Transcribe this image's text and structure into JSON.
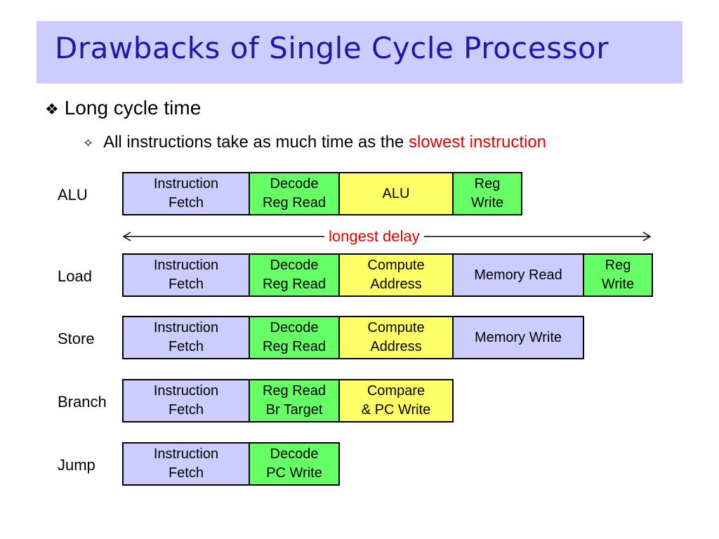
{
  "title": "Drawbacks of Single Cycle Processor",
  "bullet1": "Long cycle time",
  "bullet2": {
    "prefix": "All instructions take as much time as the",
    "highlight": "slowest instruction"
  },
  "delay_label": "longest delay",
  "colors": {
    "title_bg": "#ccccff",
    "title_text": "#1a1aa6",
    "highlight": "#e00000",
    "blue": "#ccccff",
    "green": "#66ff66",
    "yellow": "#ffff66"
  },
  "rows": [
    {
      "label": "ALU",
      "stages": [
        {
          "text": "Instruction\nFetch",
          "color": "blue"
        },
        {
          "text": "Decode\nReg Read",
          "color": "green"
        },
        {
          "text": "ALU",
          "color": "yellow"
        },
        {
          "text": "Reg\nWrite",
          "color": "green"
        }
      ]
    },
    {
      "label": "Load",
      "stages": [
        {
          "text": "Instruction\nFetch",
          "color": "blue"
        },
        {
          "text": "Decode\nReg Read",
          "color": "green"
        },
        {
          "text": "Compute\nAddress",
          "color": "yellow"
        },
        {
          "text": "Memory Read",
          "color": "blue"
        },
        {
          "text": "Reg\nWrite",
          "color": "green"
        }
      ]
    },
    {
      "label": "Store",
      "stages": [
        {
          "text": "Instruction\nFetch",
          "color": "blue"
        },
        {
          "text": "Decode\nReg Read",
          "color": "green"
        },
        {
          "text": "Compute\nAddress",
          "color": "yellow"
        },
        {
          "text": "Memory Write",
          "color": "blue"
        }
      ]
    },
    {
      "label": "Branch",
      "stages": [
        {
          "text": "Instruction\nFetch",
          "color": "blue"
        },
        {
          "text": "Reg Read\nBr Target",
          "color": "green"
        },
        {
          "text": "Compare\n& PC Write",
          "color": "yellow"
        }
      ]
    },
    {
      "label": "Jump",
      "stages": [
        {
          "text": "Instruction\nFetch",
          "color": "blue"
        },
        {
          "text": "Decode\nPC Write",
          "color": "green"
        }
      ]
    }
  ]
}
